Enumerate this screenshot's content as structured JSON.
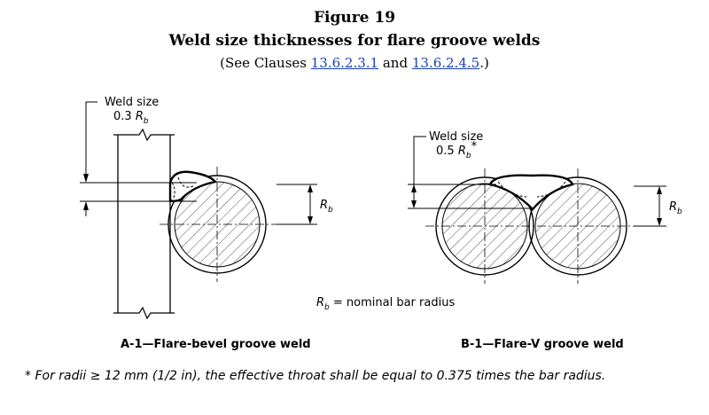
{
  "figure": {
    "number": "Figure 19",
    "title": "Weld size thicknesses for flare groove welds",
    "ref_prefix": "(See Clauses ",
    "ref_link_1": "13.6.2.3.1",
    "ref_and": " and ",
    "ref_link_2": "13.6.2.4.5",
    "ref_suffix": ".)"
  },
  "diagram_a": {
    "weld_size_label": "Weld size",
    "weld_size_value": "0.3 ",
    "radius_label": "R",
    "radius_sub": "b",
    "caption": "A-1—Flare-bevel groove weld"
  },
  "diagram_b": {
    "weld_size_label": "Weld size",
    "weld_size_value": "0.5 ",
    "radius_label": "R",
    "radius_sub": "b",
    "asterisk": "*",
    "caption": "B-1—Flare-V groove weld"
  },
  "legend": {
    "symbol": "R",
    "symbol_sub": "b",
    "text": " = nominal bar radius"
  },
  "footnote": "* For radii ≥ 12 mm (1/2 in), the effective throat shall be equal to 0.375 times the bar radius."
}
